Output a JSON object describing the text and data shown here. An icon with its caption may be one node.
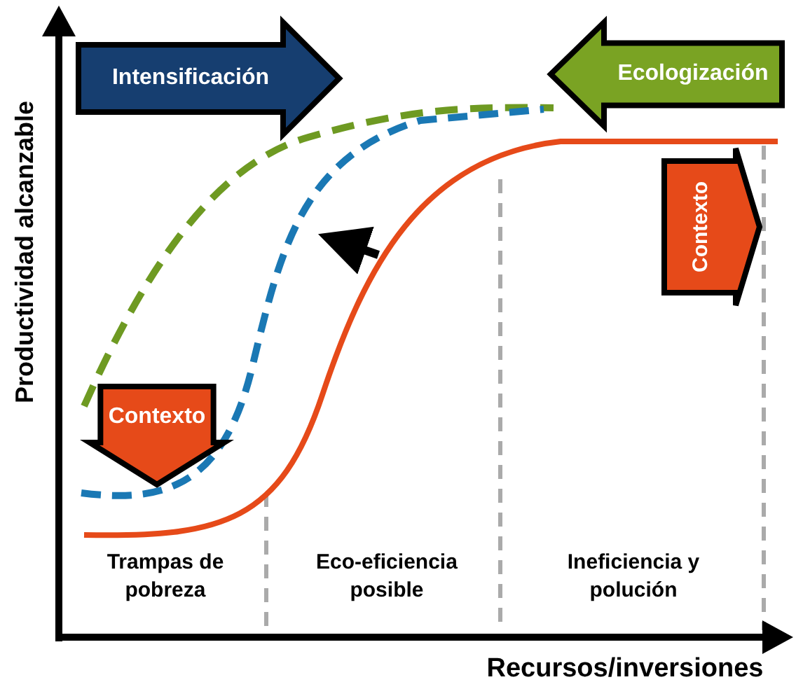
{
  "diagram": {
    "nodes": [
      {
        "text": [
          "Intensificación"
        ]
      },
      {
        "text": [
          "Ecologización"
        ]
      },
      {
        "text": [
          "Contexto"
        ]
      },
      {
        "text": [
          "Contexto"
        ]
      }
    ],
    "labels": [
      "Productividad alcanzable",
      "Trampas de pobreza",
      "Eco-eficiencia posible",
      "Ineficiencia y polución",
      "Recursos/inversiones"
    ]
  }
}
